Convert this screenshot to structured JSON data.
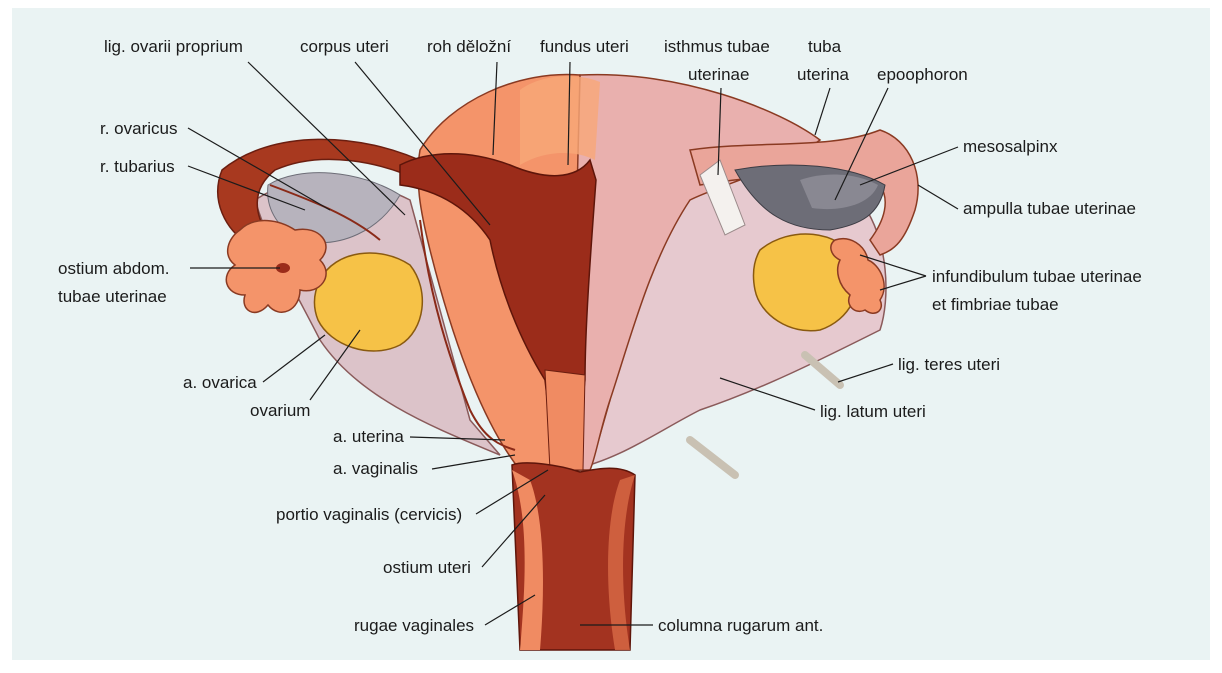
{
  "colors": {
    "background": "#eaf3f3",
    "uterus_left": "#f4946a",
    "uterus_right": "#e9b0ae",
    "cavity": "#9b2c1a",
    "ovary": "#f6c247",
    "mesosalpinx": "#6d6d77",
    "ligament": "#dcc3c9",
    "vagina": "#a33320"
  },
  "labels": {
    "lig_ovarii_proprium": "lig. ovarii proprium",
    "corpus_uteri": "corpus uteri",
    "roh_dolozni": "roh děložní",
    "fundus_uteri": "fundus uteri",
    "isthmus_1": "isthmus tubae",
    "isthmus_2": "uterinae",
    "tuba_1": "tuba",
    "tuba_2": "uterina",
    "epoophoron": "epoophoron",
    "r_ovaricus": "r. ovaricus",
    "r_tubarius": "r. tubarius",
    "mesosalpinx": "mesosalpinx",
    "ampulla": "ampulla tubae uterinae",
    "ostium_abdom_1": "ostium abdom.",
    "ostium_abdom_2": "tubae uterinae",
    "infundibulum_1": "infundibulum tubae uterinae",
    "infundibulum_2": "et fimbriae tubae",
    "a_ovarica": "a. ovarica",
    "ovarium": "ovarium",
    "lig_teres": "lig. teres uteri",
    "lig_latum": "lig. latum uteri",
    "a_uterina": "a. uterina",
    "a_vaginalis": "a. vaginalis",
    "portio": "portio vaginalis (cervicis)",
    "ostium_uteri": "ostium uteri",
    "rugae": "rugae vaginales",
    "columna": "columna rugarum ant."
  }
}
